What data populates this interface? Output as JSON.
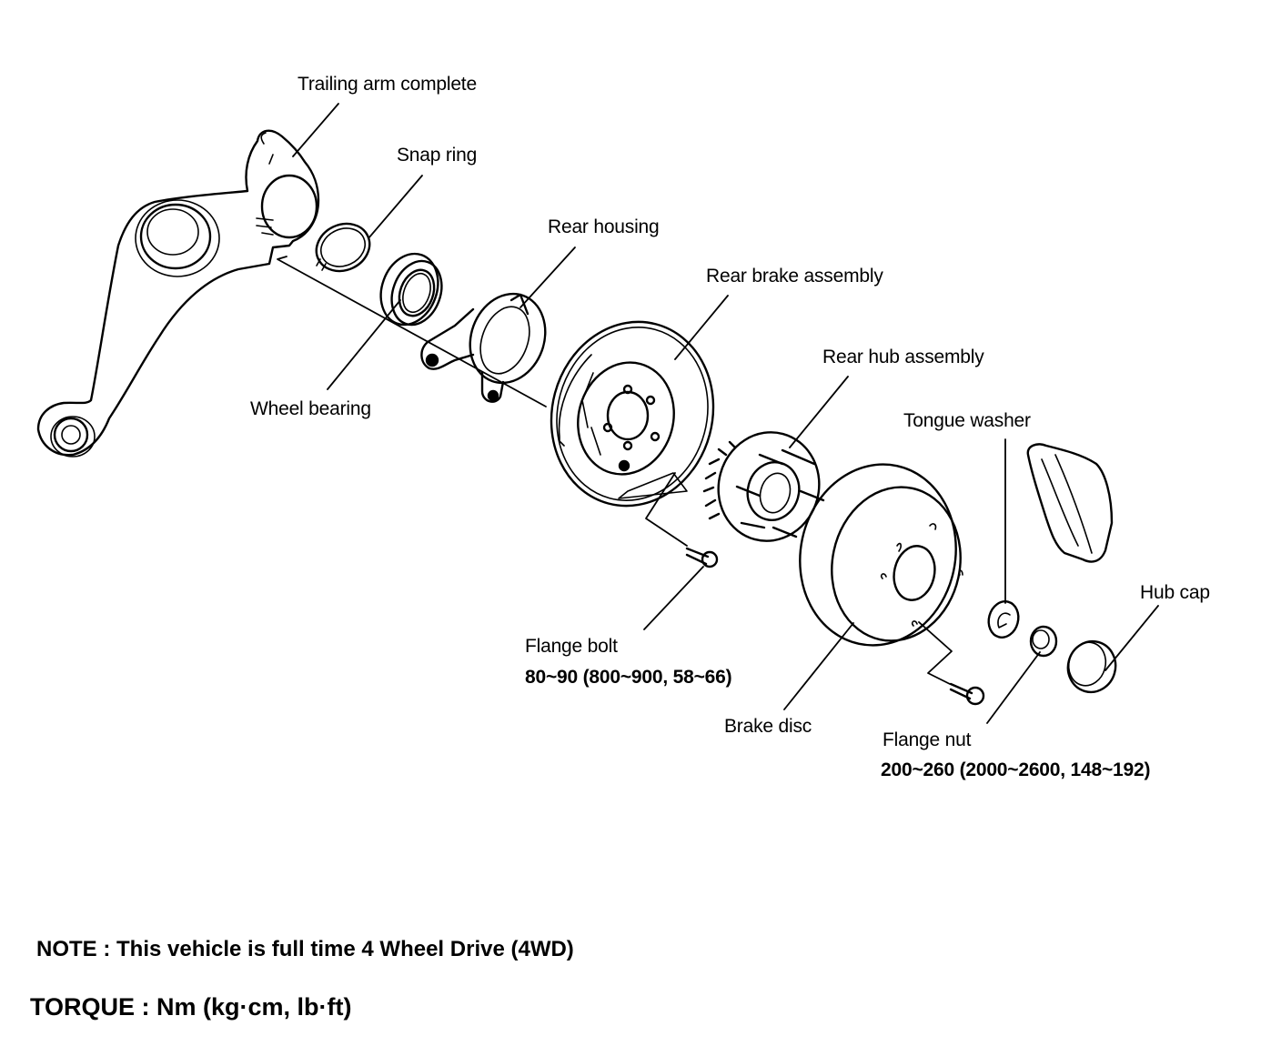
{
  "diagram": {
    "type": "exploded-parts-view",
    "subject": "Rear axle / hub assembly",
    "parts": [
      {
        "id": "trailing-arm",
        "label": "Trailing arm complete"
      },
      {
        "id": "snap-ring",
        "label": "Snap ring"
      },
      {
        "id": "rear-housing",
        "label": "Rear housing"
      },
      {
        "id": "rear-brake-assembly",
        "label": "Rear brake assembly"
      },
      {
        "id": "rear-hub-assembly",
        "label": "Rear hub assembly"
      },
      {
        "id": "tongue-washer",
        "label": "Tongue washer"
      },
      {
        "id": "wheel-bearing",
        "label": "Wheel bearing"
      },
      {
        "id": "hub-cap",
        "label": "Hub cap"
      },
      {
        "id": "flange-bolt",
        "label": "Flange bolt",
        "torque": "80~90 (800~900, 58~66)"
      },
      {
        "id": "brake-disc",
        "label": "Brake disc"
      },
      {
        "id": "flange-nut",
        "label": "Flange nut",
        "torque": "200~260 (2000~2600, 148~192)"
      }
    ]
  },
  "notes": {
    "note": "NOTE : This vehicle is full time 4 Wheel Drive (4WD)",
    "torque_units": "TORQUE : Nm (kg·cm, lb·ft)"
  }
}
